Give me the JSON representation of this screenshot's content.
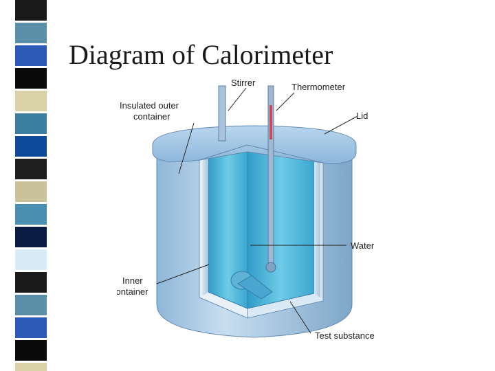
{
  "title": "Diagram of Calorimeter",
  "stripe_colors": [
    "#1a1a1a",
    "#5b8fa8",
    "#2d59b8",
    "#0a0a0a",
    "#d9d2a8",
    "#3a7fa0",
    "#0d4a9a",
    "#1e1e1e",
    "#c9c29a",
    "#4a8fb0",
    "#0b1c44",
    "#d7ecf6"
  ],
  "diagram": {
    "labels": {
      "stirrer": "Stirrer",
      "thermometer": "Thermometer",
      "insulated_line1": "Insulated outer",
      "insulated_line2": "container",
      "lid": "Lid",
      "water": "Water",
      "inner_line1": "Inner",
      "inner_line2": "container",
      "test_substance": "Test substance"
    }
  }
}
